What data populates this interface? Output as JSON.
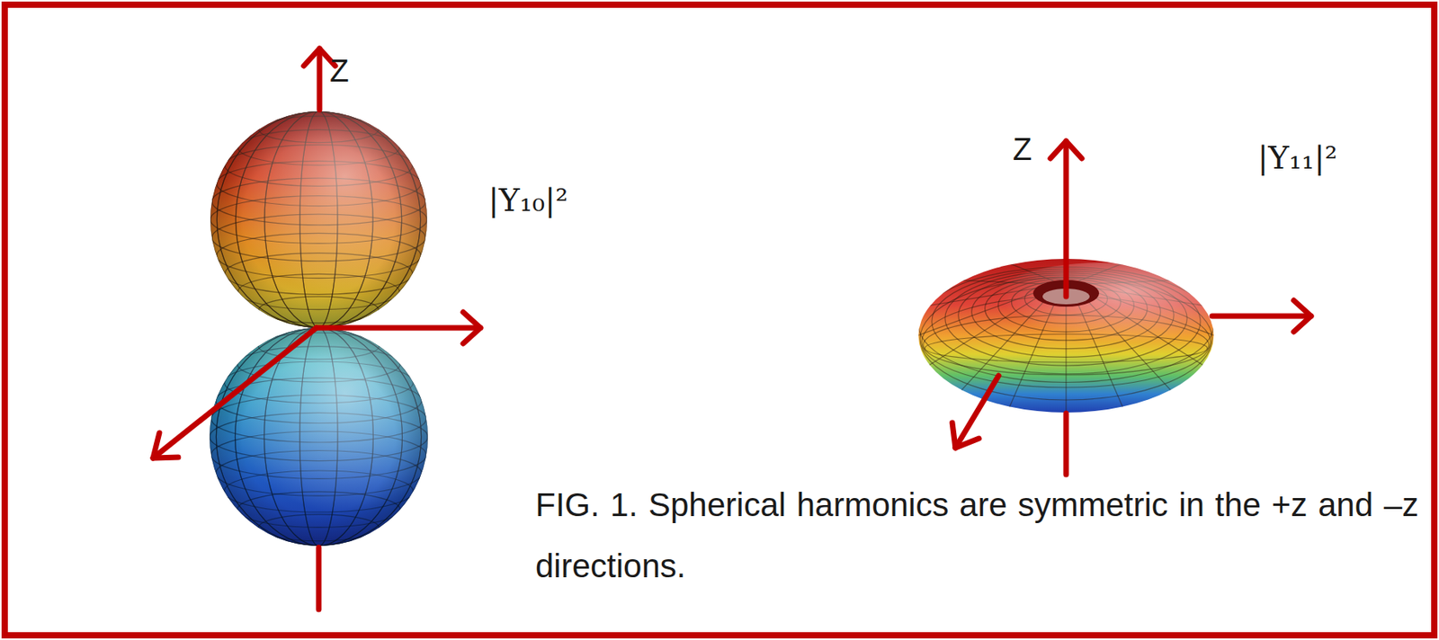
{
  "diagram": {
    "caption": "FIG. 1.  Spherical harmonics are symmetric in the +z and –z directions.",
    "labels": [
      "Z",
      "|Y₁₀|²",
      "Z",
      "|Y₁₁|²"
    ]
  }
}
